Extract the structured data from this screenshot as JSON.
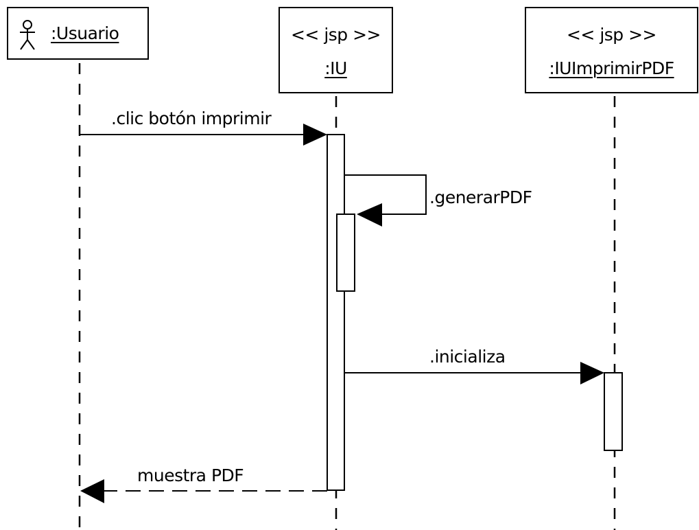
{
  "diagram": {
    "type": "uml-sequence",
    "participants": [
      {
        "id": "usuario",
        "name": ":Usuario",
        "stereotype": "",
        "icon": "actor-icon"
      },
      {
        "id": "iu",
        "name": ":IU",
        "stereotype": "<< jsp >>"
      },
      {
        "id": "iuimprimir",
        "name": ":IUImprimirPDF",
        "stereotype": "<< jsp >>"
      }
    ],
    "messages": [
      {
        "from": "usuario",
        "to": "iu",
        "label": ".clic botón imprimir",
        "style": "synchronous"
      },
      {
        "from": "iu",
        "to": "iu",
        "label": ".generarPDF",
        "style": "self-call"
      },
      {
        "from": "iu",
        "to": "iuimprimir",
        "label": ".inicializa",
        "style": "synchronous"
      },
      {
        "from": "iu",
        "to": "usuario",
        "label": "muestra PDF",
        "style": "return-dashed"
      }
    ]
  }
}
